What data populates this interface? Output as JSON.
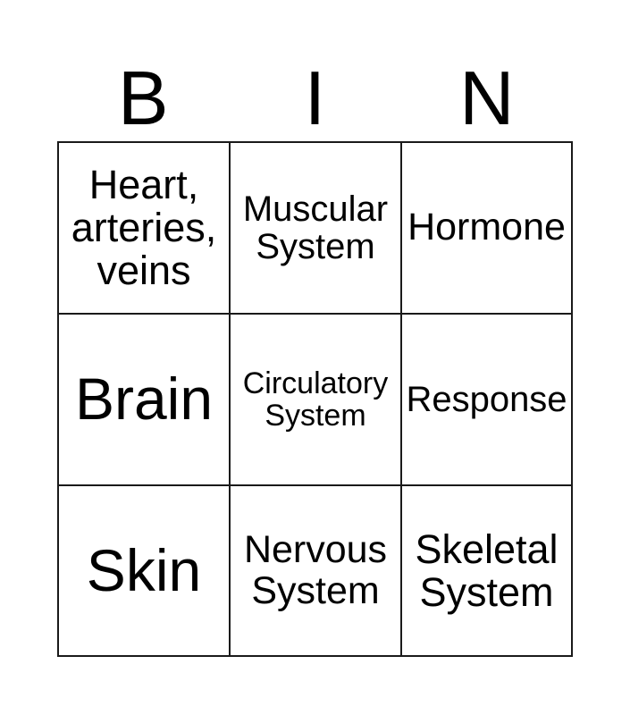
{
  "card": {
    "title": "BIN",
    "background_color": "#ffffff",
    "text_color": "#000000",
    "border_color": "#1a1a1a",
    "columns": 3,
    "rows": 3
  },
  "header": {
    "letters": [
      {
        "label": "B"
      },
      {
        "label": "I"
      },
      {
        "label": "N"
      }
    ]
  },
  "grid": {
    "cells": [
      {
        "text": "Heart,\narteries,\nveins",
        "size": "fs-lg",
        "row": 1,
        "column": 1
      },
      {
        "text": "Muscular\nSystem",
        "size": "fs-sm",
        "row": 1,
        "column": 2
      },
      {
        "text": "Hormone",
        "size": "fs-md",
        "row": 1,
        "column": 3
      },
      {
        "text": "Brain",
        "size": "fs-xl",
        "row": 2,
        "column": 1
      },
      {
        "text": "Circulatory\nSystem",
        "size": "fs-xs",
        "row": 2,
        "column": 2
      },
      {
        "text": "Response",
        "size": "fs-sm",
        "row": 2,
        "column": 3
      },
      {
        "text": "Skin",
        "size": "fs-xl",
        "row": 3,
        "column": 1
      },
      {
        "text": "Nervous\nSystem",
        "size": "fs-md",
        "row": 3,
        "column": 2
      },
      {
        "text": "Skeletal\nSystem",
        "size": "fs-lg",
        "row": 3,
        "column": 3
      }
    ]
  }
}
